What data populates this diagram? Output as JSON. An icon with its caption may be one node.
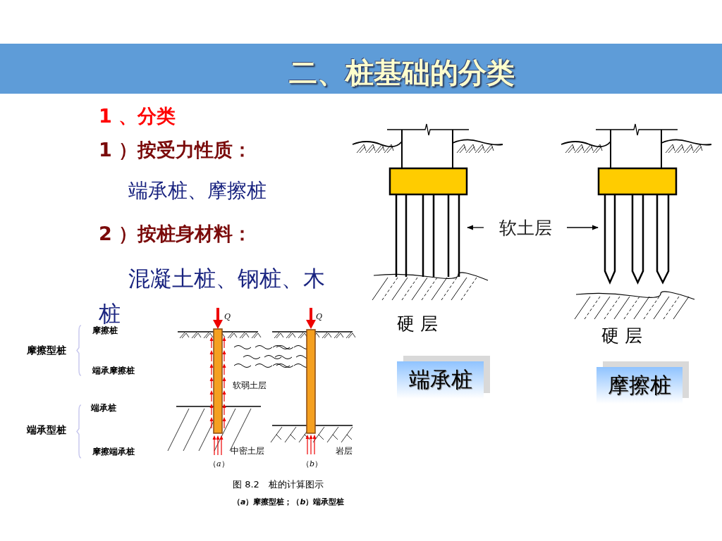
{
  "diagram": {
    "title": "二、桩基础的分类",
    "nodes": [
      {
        "text": [],
        "shape": "picture"
      },
      {
        "text": [],
        "shape": "picture"
      },
      {
        "text": [
          "软土层"
        ]
      },
      {
        "text": [
          "端承桩"
        ]
      },
      {
        "text": [
          "摩擦桩"
        ]
      }
    ],
    "edges": [
      {
        "from": 2,
        "to": 0,
        "arrow": "to"
      },
      {
        "from": 2,
        "to": 1,
        "arrow": "to"
      }
    ],
    "labels": [
      "1 、分类",
      "1 ）按受力性质：",
      "端承桩、摩擦桩",
      "2 ）按桩身材料：",
      "混凝土桩、钢桩、木桩",
      "Q",
      "Q",
      "硬 层",
      "摩擦桩",
      "硬 层",
      "摩擦型桩",
      "端承摩擦桩",
      "软弱土层",
      "端承桩",
      "端承型桩",
      "摩擦端承桩",
      "中密土层",
      "岩层",
      "（*a*）",
      "（*b*）",
      "图 8.2　桩的计算图示",
      "（*a*）摩擦型桩；（*b*）端承型桩"
    ]
  }
}
